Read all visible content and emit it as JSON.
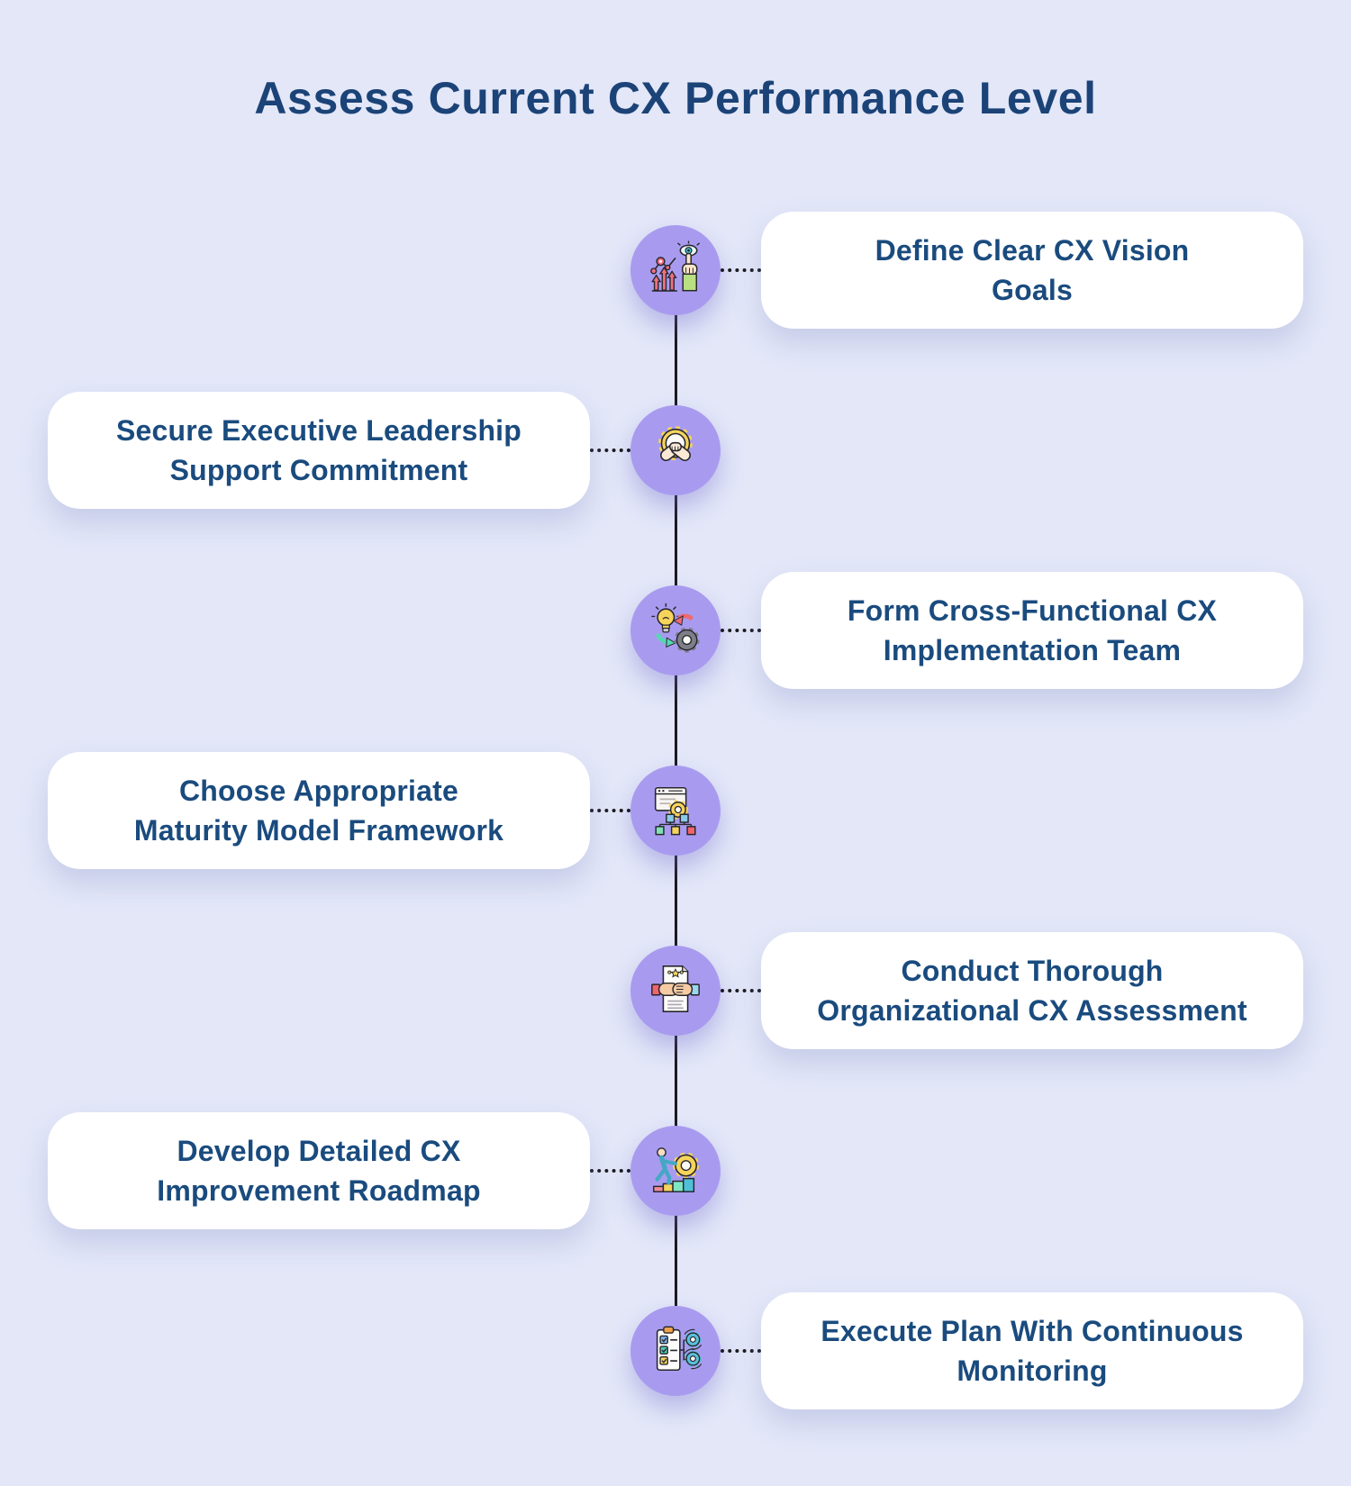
{
  "title": "Assess Current CX Performance Level",
  "colors": {
    "background": "#E3E7F8",
    "card_background": "#FFFFFF",
    "title_text": "#1B4377",
    "card_text": "#1A4B7E",
    "node_circle": "#A89BEF",
    "connector_line": "#1A1A1F",
    "icon_yellow": "#F6D45C",
    "icon_red": "#F0646C",
    "icon_teal": "#4FC9B1",
    "icon_blue": "#7FB3E8"
  },
  "steps": [
    {
      "label": "Define Clear CX Vision Goals",
      "lines": [
        "Define Clear CX Vision",
        "Goals"
      ],
      "side": "right",
      "icon": "growth-vision-icon"
    },
    {
      "label": "Secure Executive Leadership Support Commitment",
      "lines": [
        "Secure Executive Leadership",
        "Support Commitment"
      ],
      "side": "left",
      "icon": "handshake-gear-icon"
    },
    {
      "label": "Form Cross-Functional CX Implementation Team",
      "lines": [
        "Form Cross-Functional CX",
        "Implementation Team"
      ],
      "side": "right",
      "icon": "idea-gear-cycle-icon"
    },
    {
      "label": "Choose Appropriate Maturity Model Framework",
      "lines": [
        "Choose Appropriate",
        "Maturity Model Framework"
      ],
      "side": "left",
      "icon": "framework-hierarchy-icon"
    },
    {
      "label": "Conduct Thorough Organizational CX Assessment",
      "lines": [
        "Conduct Thorough",
        "Organizational CX Assessment"
      ],
      "side": "right",
      "icon": "assessment-document-handshake-icon"
    },
    {
      "label": "Develop Detailed CX Improvement Roadmap",
      "lines": [
        "Develop Detailed CX",
        "Improvement Roadmap"
      ],
      "side": "left",
      "icon": "roadmap-climb-gear-icon"
    },
    {
      "label": "Execute Plan With Continuous Monitoring",
      "lines": [
        "Execute Plan With Continuous",
        "Monitoring"
      ],
      "side": "right",
      "icon": "checklist-gears-icon"
    }
  ]
}
